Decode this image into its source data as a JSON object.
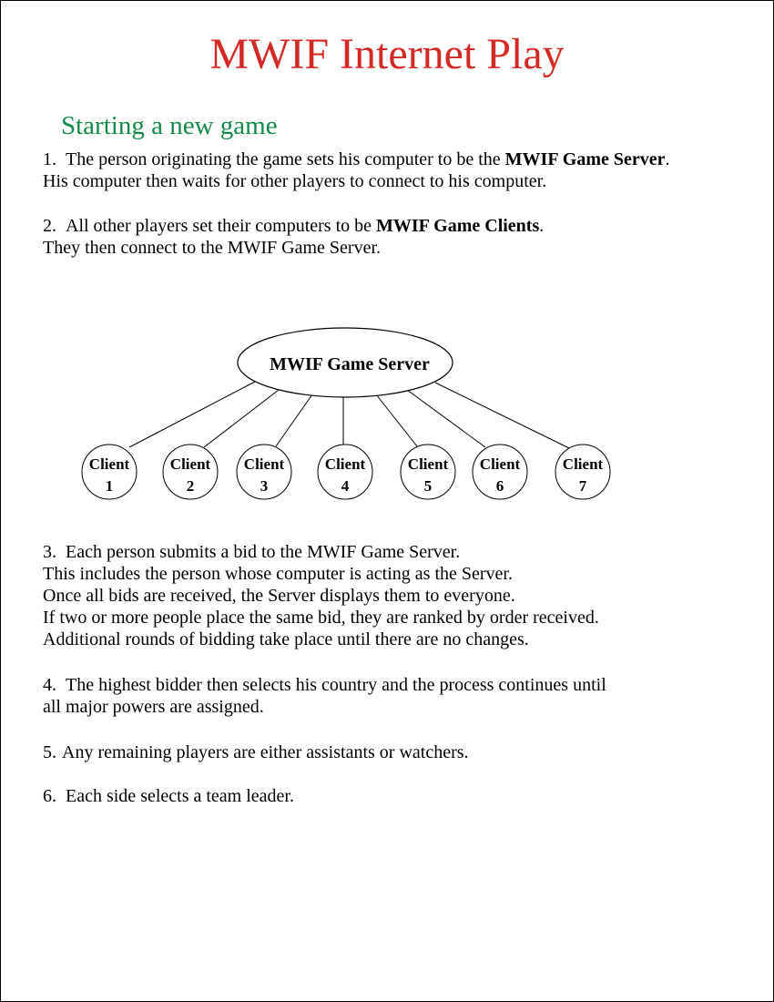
{
  "title": "MWIF Internet Play",
  "subtitle": "Starting a new game",
  "colors": {
    "title": "#d42a26",
    "subtitle": "#138a4a"
  },
  "steps": [
    {
      "number": "1.",
      "lines": [
        {
          "before": "The person originating the game sets his computer to be the ",
          "bold": "MWIF Game Server",
          "after": "."
        },
        {
          "before": "His computer then waits for other players to connect to his computer.",
          "bold": "",
          "after": ""
        }
      ]
    },
    {
      "number": "2.",
      "lines": [
        {
          "before": "All other players set their computers to be ",
          "bold": "MWIF Game Clients",
          "after": "."
        },
        {
          "before": "They then connect to the MWIF Game Server.",
          "bold": "",
          "after": ""
        }
      ]
    },
    {
      "number": "3.",
      "lines": [
        {
          "before": "Each person submits a bid to the MWIF Game Server.",
          "bold": "",
          "after": ""
        },
        {
          "before": "This includes the person whose computer is acting as the Server.",
          "bold": "",
          "after": ""
        },
        {
          "before": "Once all bids are received, the Server displays them to everyone.",
          "bold": "",
          "after": ""
        },
        {
          "before": "If two or more people place the same bid, they are ranked by order received.",
          "bold": "",
          "after": ""
        },
        {
          "before": "Additional rounds of bidding take place until there are no changes.",
          "bold": "",
          "after": ""
        }
      ]
    },
    {
      "number": "4.",
      "lines": [
        {
          "before": "The highest bidder then selects his country and the process continues until",
          "bold": "",
          "after": ""
        },
        {
          "before": "all major powers are assigned.",
          "bold": "",
          "after": ""
        }
      ]
    },
    {
      "number": "5.",
      "lines": [
        {
          "before": "Any remaining players are either assistants or watchers.",
          "bold": "",
          "after": ""
        }
      ]
    },
    {
      "number": "6.",
      "lines": [
        {
          "before": "Each side selects a team leader.",
          "bold": "",
          "after": ""
        }
      ]
    }
  ],
  "diagram": {
    "server_label": "MWIF Game Server",
    "client_label": "Client",
    "clients": [
      "1",
      "2",
      "3",
      "4",
      "5",
      "6",
      "7"
    ]
  }
}
